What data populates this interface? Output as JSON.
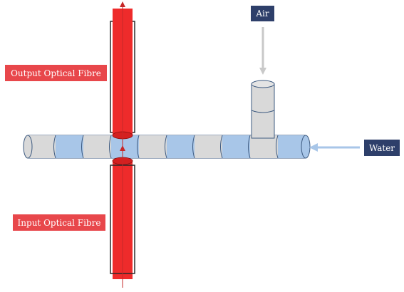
{
  "labels": {
    "air": "Air",
    "water": "Water",
    "output_fibre": "Output Optical Fibre",
    "input_fibre": "Input Optical Fibre"
  },
  "colors": {
    "fibre_red": "#ee2b2b",
    "fibre_outline": "#2a2a2a",
    "water_blue": "#a8c6e8",
    "air_gray": "#d9d9d9",
    "tube_outline": "#3d5a80",
    "label_red": "#e8474b",
    "label_navy": "#2e3f6a",
    "arrow_gray": "#c9c9c9",
    "arrow_blue": "#a8c6e8",
    "arrow_red": "#c62828"
  },
  "tube": {
    "segments": [
      "air",
      "water",
      "air",
      "water",
      "air",
      "water",
      "air",
      "water",
      "air",
      "water"
    ]
  }
}
